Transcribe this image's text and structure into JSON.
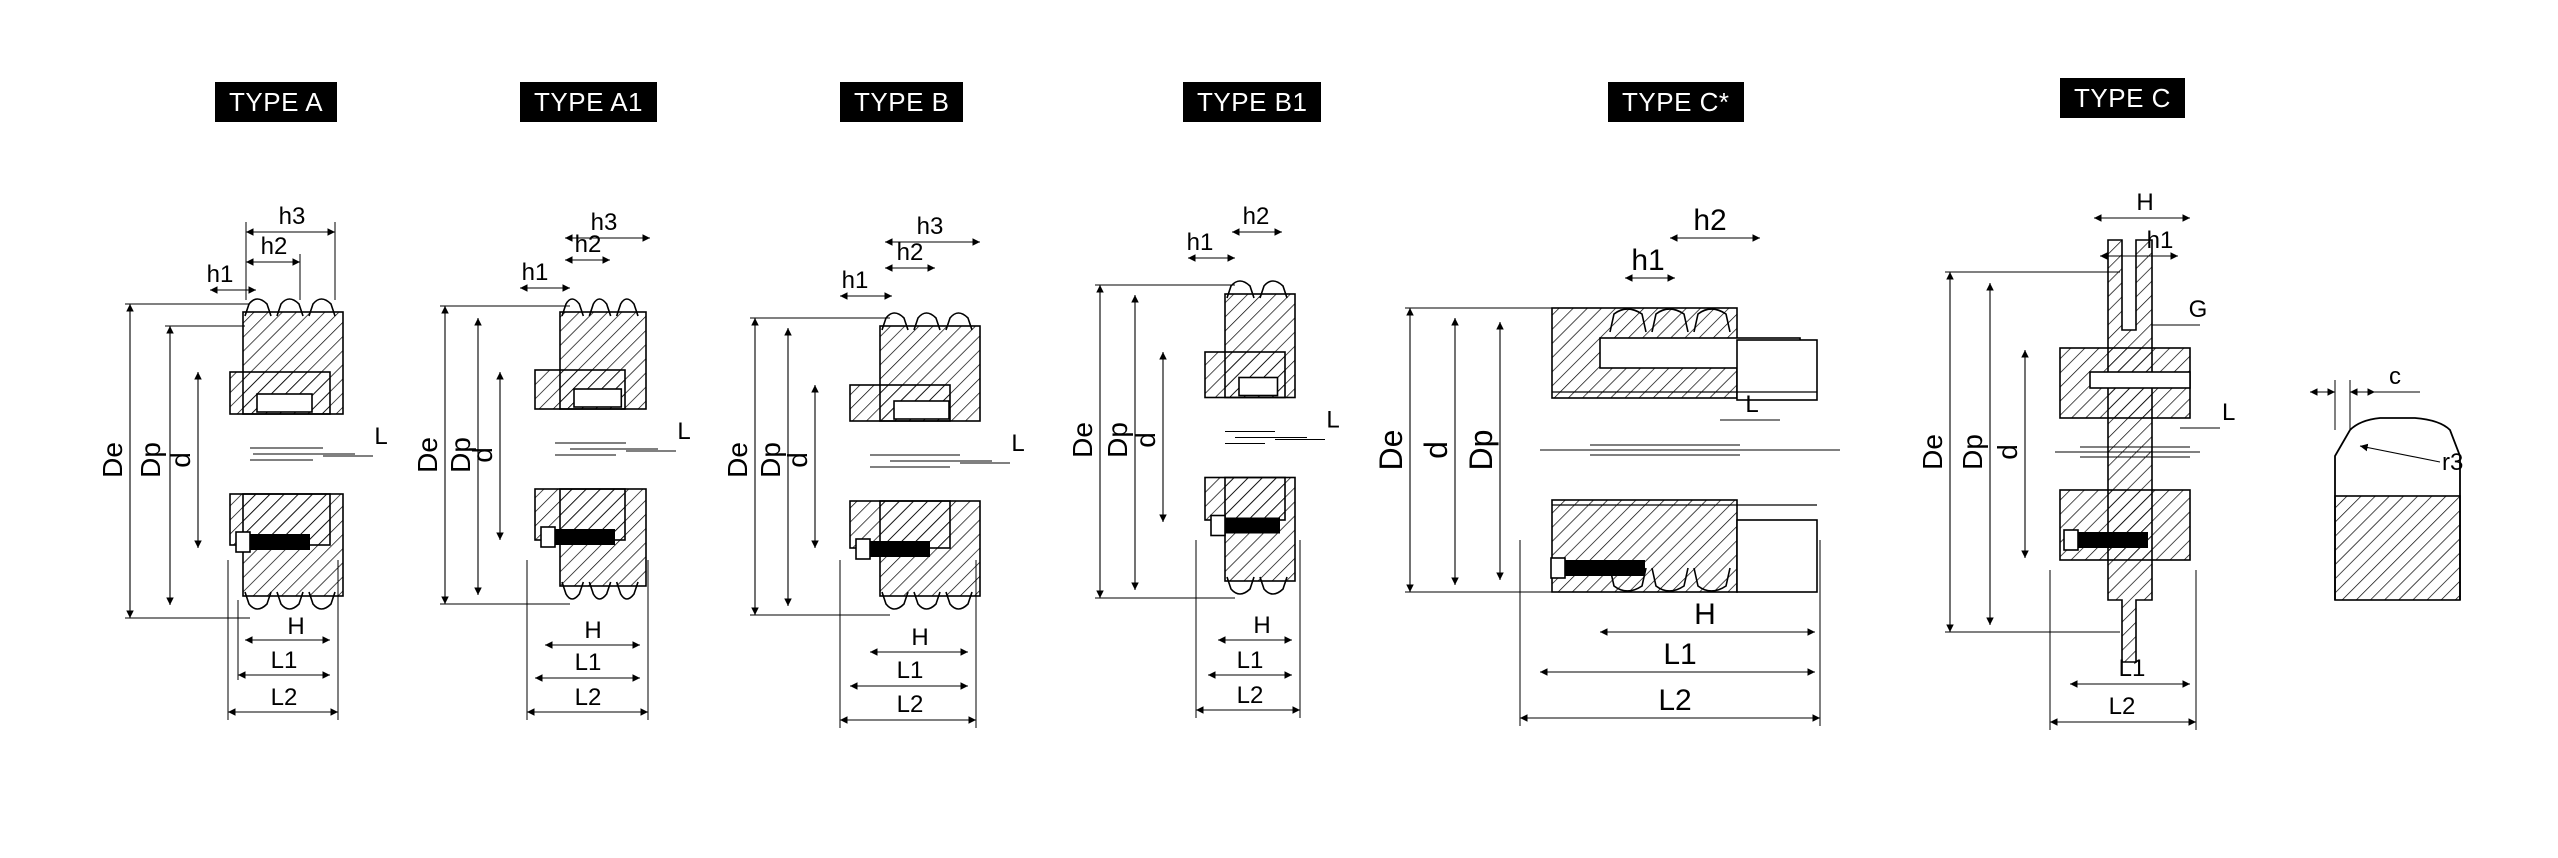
{
  "types": [
    {
      "id": "type-a",
      "label": "TYPE A",
      "grooves": 3
    },
    {
      "id": "type-a1",
      "label": "TYPE A1",
      "grooves": 3
    },
    {
      "id": "type-b",
      "label": "TYPE B",
      "grooves": 3
    },
    {
      "id": "type-b1",
      "label": "TYPE B1",
      "grooves": 2
    },
    {
      "id": "type-c-star",
      "label": "TYPE C*",
      "grooves": 3
    },
    {
      "id": "type-c",
      "label": "TYPE C",
      "grooves": 1
    }
  ],
  "dimensions": {
    "de": "De",
    "dp": "Dp",
    "d": "d",
    "h1": "h1",
    "h2": "h2",
    "h3": "h3",
    "L": "L",
    "L1": "L1",
    "L2": "L2",
    "H": "H",
    "G": "G",
    "c": "c",
    "r3": "r3"
  },
  "colors": {
    "ink": "#000000",
    "badge_bg": "#000000",
    "badge_text": "#ffffff"
  }
}
